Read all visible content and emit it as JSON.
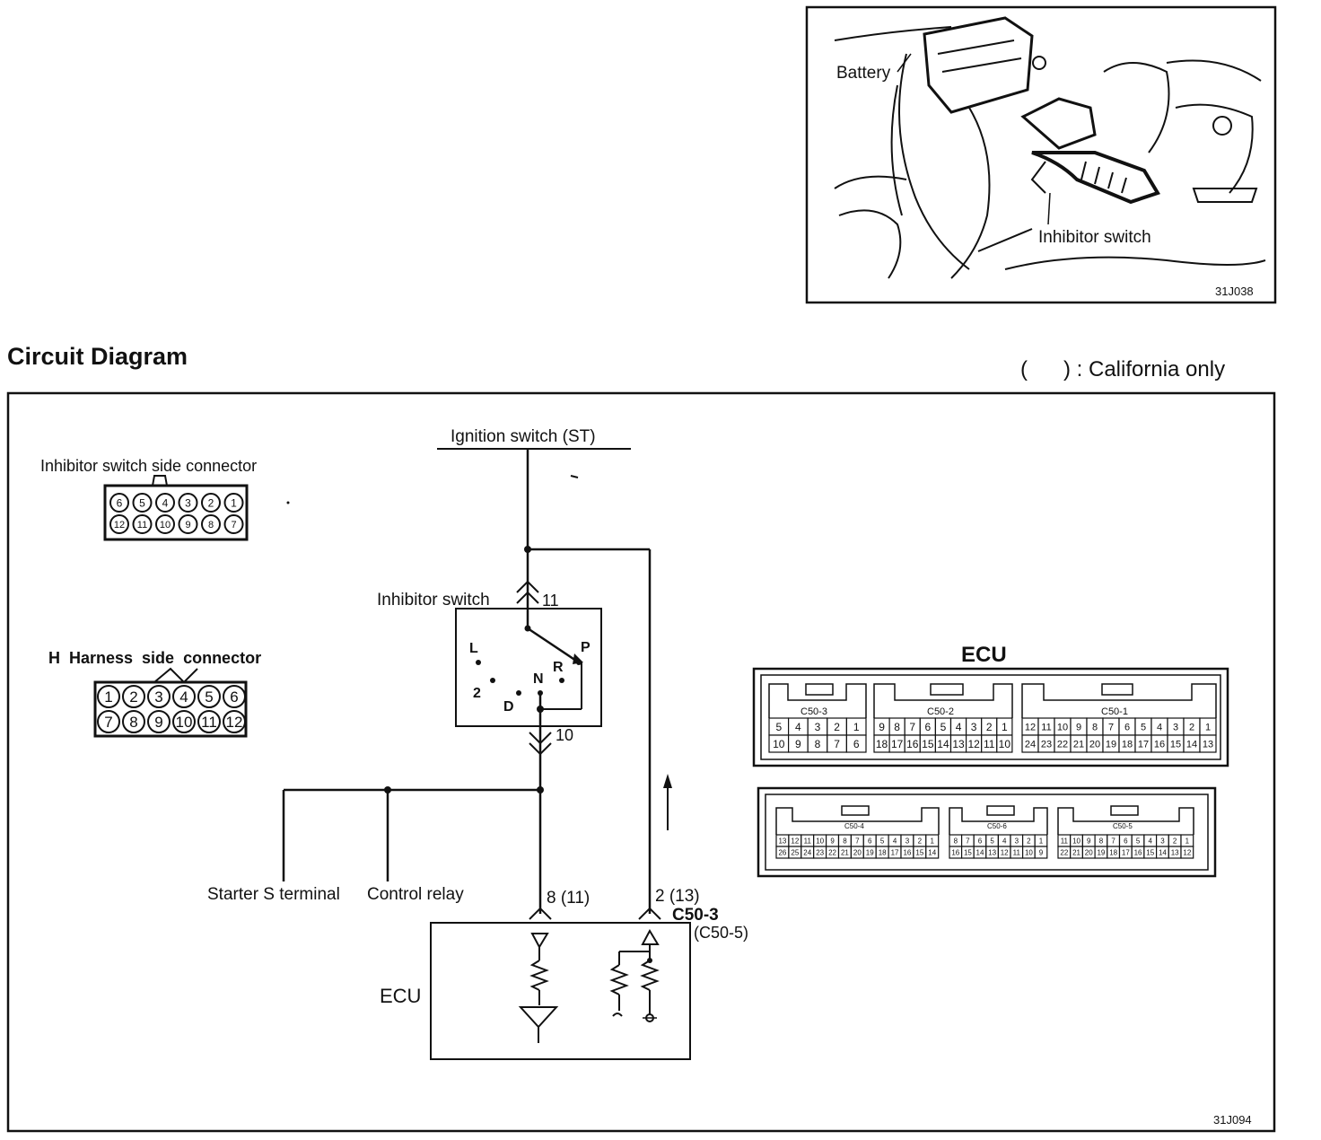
{
  "photo": {
    "battery_label": "Battery",
    "switch_label": "Inhibitor switch",
    "code": "31J038"
  },
  "section": {
    "title": "Circuit Diagram",
    "note": "(      ) : California only"
  },
  "connectors": {
    "switch_side_title": "Inhibitor switch side connector",
    "switch_side_pins_top": [
      "6",
      "5",
      "4",
      "3",
      "2",
      "1"
    ],
    "switch_side_pins_bottom": [
      "12",
      "11",
      "10",
      "9",
      "8",
      "7"
    ],
    "harness_side_title": "H  Harness  side  connector",
    "harness_side_pins_top": [
      "1",
      "2",
      "3",
      "4",
      "5",
      "6"
    ],
    "harness_side_pins_bottom": [
      "7",
      "8",
      "9",
      "10",
      "11",
      "12"
    ]
  },
  "circuit": {
    "ignition_label": "Ignition switch (ST)",
    "inhibitor_label": "Inhibitor switch",
    "pin_top": "11",
    "pin_bottom": "10",
    "pos_L": "L",
    "pos_2": "2",
    "pos_D": "D",
    "pos_N": "N",
    "pos_R": "R",
    "pos_P": "P",
    "starter_label": "Starter S terminal",
    "relay_label": "Control relay",
    "ecu_pin_a": "8 (11)",
    "ecu_pin_b": "2 (13)",
    "ecu_conn": "C50-3",
    "ecu_conn_alt": "(C50-5)",
    "ecu_label": "ECU"
  },
  "ecu_connectors": {
    "title": "ECU",
    "upper": {
      "c50_3": {
        "name": "C50-3",
        "top": [
          "5",
          "4",
          "3",
          "2",
          "1"
        ],
        "bottom": [
          "10",
          "9",
          "8",
          "7",
          "6"
        ]
      },
      "c50_2": {
        "name": "C50-2",
        "top": [
          "9",
          "8",
          "7",
          "6",
          "5",
          "4",
          "3",
          "2",
          "1"
        ],
        "bottom": [
          "18",
          "17",
          "16",
          "15",
          "14",
          "13",
          "12",
          "11",
          "10"
        ]
      },
      "c50_1": {
        "name": "C50-1",
        "top": [
          "12",
          "11",
          "10",
          "9",
          "8",
          "7",
          "6",
          "5",
          "4",
          "3",
          "2",
          "1"
        ],
        "bottom": [
          "24",
          "23",
          "22",
          "21",
          "20",
          "19",
          "18",
          "17",
          "16",
          "15",
          "14",
          "13"
        ]
      }
    },
    "lower": {
      "c50_4": {
        "name": "C50-4",
        "top": [
          "13",
          "12",
          "11",
          "10",
          "9",
          "8",
          "7",
          "6",
          "5",
          "4",
          "3",
          "2",
          "1"
        ],
        "bottom": [
          "26",
          "25",
          "24",
          "23",
          "22",
          "21",
          "20",
          "19",
          "18",
          "17",
          "16",
          "15",
          "14"
        ]
      },
      "c50_6": {
        "name": "C50-6",
        "top": [
          "8",
          "7",
          "6",
          "5",
          "4",
          "3",
          "2",
          "1"
        ],
        "bottom": [
          "16",
          "15",
          "14",
          "13",
          "12",
          "11",
          "10",
          "9"
        ]
      },
      "c50_5": {
        "name": "C50-5",
        "top": [
          "11",
          "10",
          "9",
          "8",
          "7",
          "6",
          "5",
          "4",
          "3",
          "2",
          "1"
        ],
        "bottom": [
          "22",
          "21",
          "20",
          "19",
          "18",
          "17",
          "16",
          "15",
          "14",
          "13",
          "12"
        ]
      }
    }
  },
  "figure_code": "31J094"
}
